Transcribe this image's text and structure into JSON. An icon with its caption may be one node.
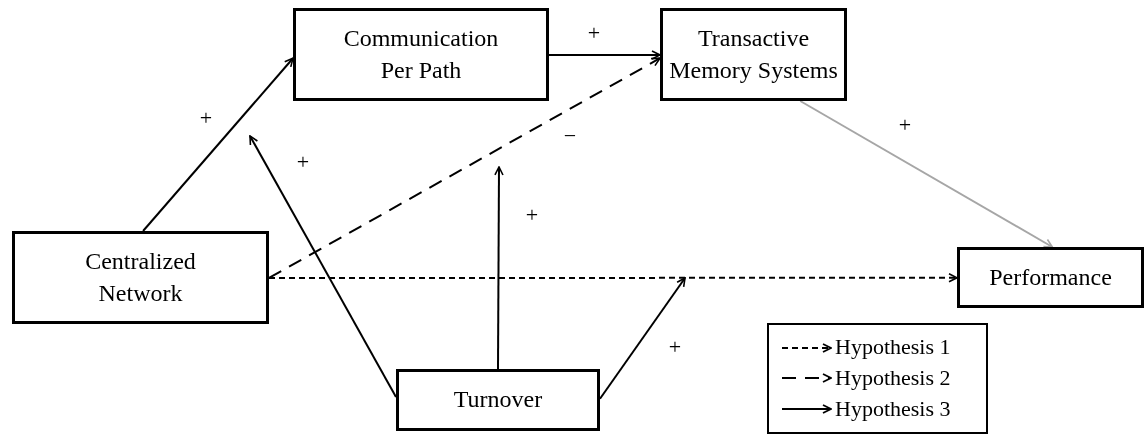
{
  "diagram": {
    "nodes": [
      {
        "text": [
          "Communication Per Path"
        ]
      },
      {
        "text": [
          "Transactive Memory Systems"
        ]
      },
      {
        "text": [
          "Centralized Network"
        ]
      },
      {
        "text": [
          "Performance"
        ]
      },
      {
        "text": [
          "Turnover"
        ]
      }
    ],
    "edges": [
      {
        "from": 2,
        "to": 0,
        "arrow": "to",
        "label": "+"
      },
      {
        "from": 0,
        "to": 1,
        "arrow": "to",
        "label": "+"
      },
      {
        "from": 2,
        "to": 1,
        "arrow": "to",
        "label": "−",
        "style": "dashed"
      },
      {
        "from": 1,
        "to": 3,
        "arrow": "to",
        "label": "+",
        "color": "#a6a6a6"
      },
      {
        "from": 2,
        "to": 3,
        "arrow": "to",
        "style": "dashed"
      },
      {
        "from": 4,
        "to": null,
        "arrow": "to",
        "label": "+"
      },
      {
        "from": 4,
        "to": null,
        "arrow": "to",
        "label": "+"
      },
      {
        "from": 4,
        "to": null,
        "arrow": "to",
        "label": "+"
      }
    ],
    "legend": [
      {
        "text": "Hypothesis 1"
      },
      {
        "text": "Hypothesis 2"
      },
      {
        "text": "Hypothesis 3"
      }
    ]
  }
}
